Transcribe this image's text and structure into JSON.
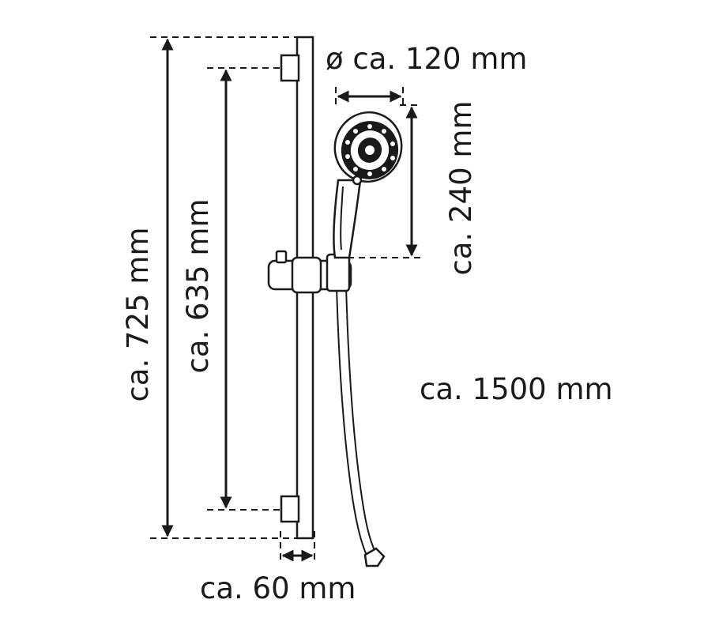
{
  "dimensions": {
    "total_height": "ca. 725 mm",
    "hole_distance": "ca. 635 mm",
    "head_diameter": "ø ca. 120 mm",
    "handle_length": "ca. 240 mm",
    "hose_length": "ca. 1500 mm",
    "wall_distance": "ca. 60 mm"
  },
  "colors": {
    "line": "#1a1a1a",
    "background": "#ffffff"
  }
}
